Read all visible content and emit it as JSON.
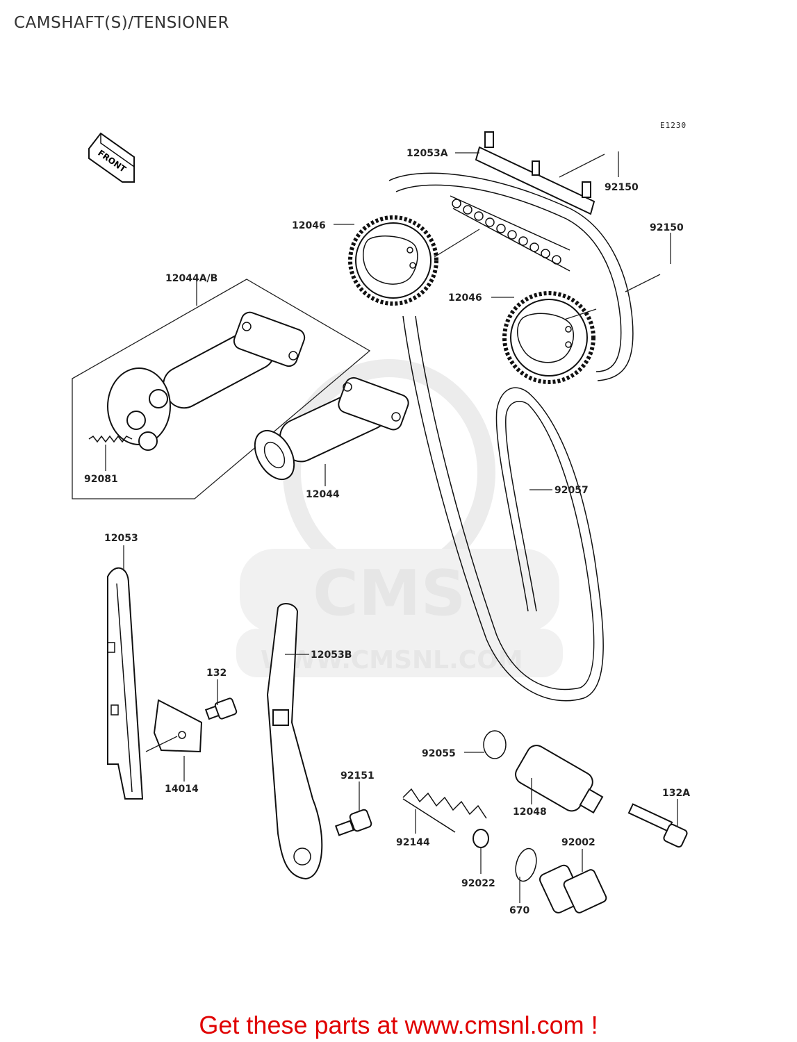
{
  "page": {
    "title": "CAMSHAFT(S)/TENSIONER",
    "diagram_code": "E1230",
    "front_label": "FRONT",
    "footer": "Get these parts at www.cmsnl.com !"
  },
  "watermark": {
    "brand": "CMS",
    "url": "WWW.CMSNL.COM"
  },
  "callouts": [
    {
      "id": "12053A",
      "label": "12053A"
    },
    {
      "id": "92150a",
      "label": "92150"
    },
    {
      "id": "92150b",
      "label": "92150"
    },
    {
      "id": "12046a",
      "label": "12046"
    },
    {
      "id": "12046b",
      "label": "12046"
    },
    {
      "id": "12044AB",
      "label": "12044A/B"
    },
    {
      "id": "92081",
      "label": "92081"
    },
    {
      "id": "12044",
      "label": "12044"
    },
    {
      "id": "92057",
      "label": "92057"
    },
    {
      "id": "12053",
      "label": "12053"
    },
    {
      "id": "12053B",
      "label": "12053B"
    },
    {
      "id": "132",
      "label": "132"
    },
    {
      "id": "14014",
      "label": "14014"
    },
    {
      "id": "92055",
      "label": "92055"
    },
    {
      "id": "92151",
      "label": "92151"
    },
    {
      "id": "12048",
      "label": "12048"
    },
    {
      "id": "132A",
      "label": "132A"
    },
    {
      "id": "92144",
      "label": "92144"
    },
    {
      "id": "92002",
      "label": "92002"
    },
    {
      "id": "92022",
      "label": "92022"
    },
    {
      "id": "670",
      "label": "670"
    }
  ]
}
